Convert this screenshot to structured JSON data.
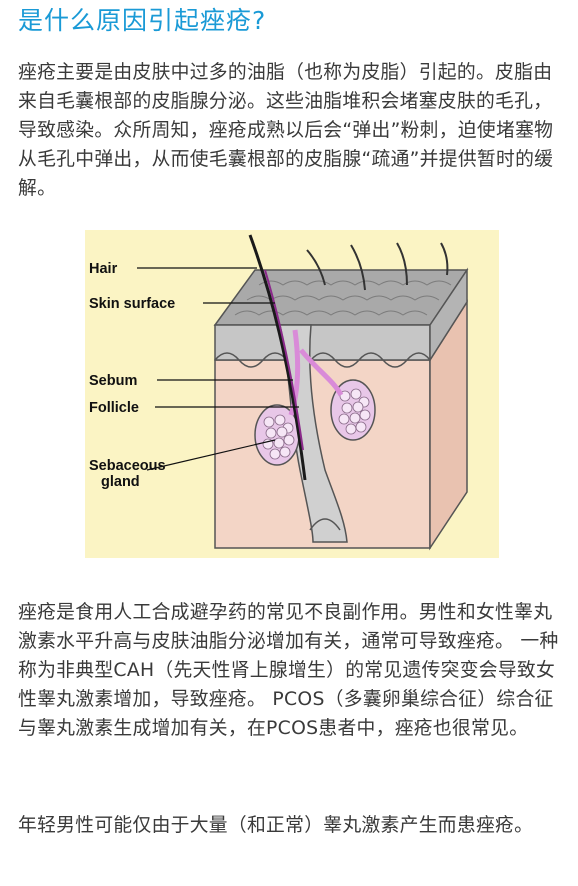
{
  "title": "是什么原因引起痤疮?",
  "paragraphs": [
    "痤疮主要是由皮肤中过多的油脂（也称为皮脂）引起的。皮脂由来自毛囊根部的皮脂腺分泌。这些油脂堆积会堵塞皮肤的毛孔，导致感染。众所周知，痤疮成熟以后会“弹出”粉刺，迫使堵塞物从毛孔中弹出，从而使毛囊根部的皮脂腺“疏通”并提供暂时的缓解。",
    "痤疮是食用人工合成避孕药的常见不良副作用。男性和女性睾丸激素水平升高与皮肤油脂分泌增加有关，通常可导致痤疮。 一种称为非典型CAH（先天性肾上腺增生）的常见遗传突变会导致女性睾丸激素增加，导致痤疮。 PCOS（多囊卵巢综合征）综合征与睾丸激素生成增加有关，在PCOS患者中，痤疮也很常见。",
    "年轻男性可能仅由于大量（和正常）睾丸激素产生而患痤疮。"
  ],
  "diagram": {
    "labels": {
      "hair": "Hair",
      "skin_surface": "Skin surface",
      "sebum": "Sebum",
      "follicle": "Follicle",
      "sebaceous_gland_line1": "Sebaceous",
      "sebaceous_gland_line2": "gland"
    },
    "colors": {
      "background": "#fbf4c4",
      "dermis": "#f3d5c6",
      "epidermis": "#b8b8b8",
      "sebum": "#d98bd8",
      "hair": "#1a1a1a"
    }
  }
}
